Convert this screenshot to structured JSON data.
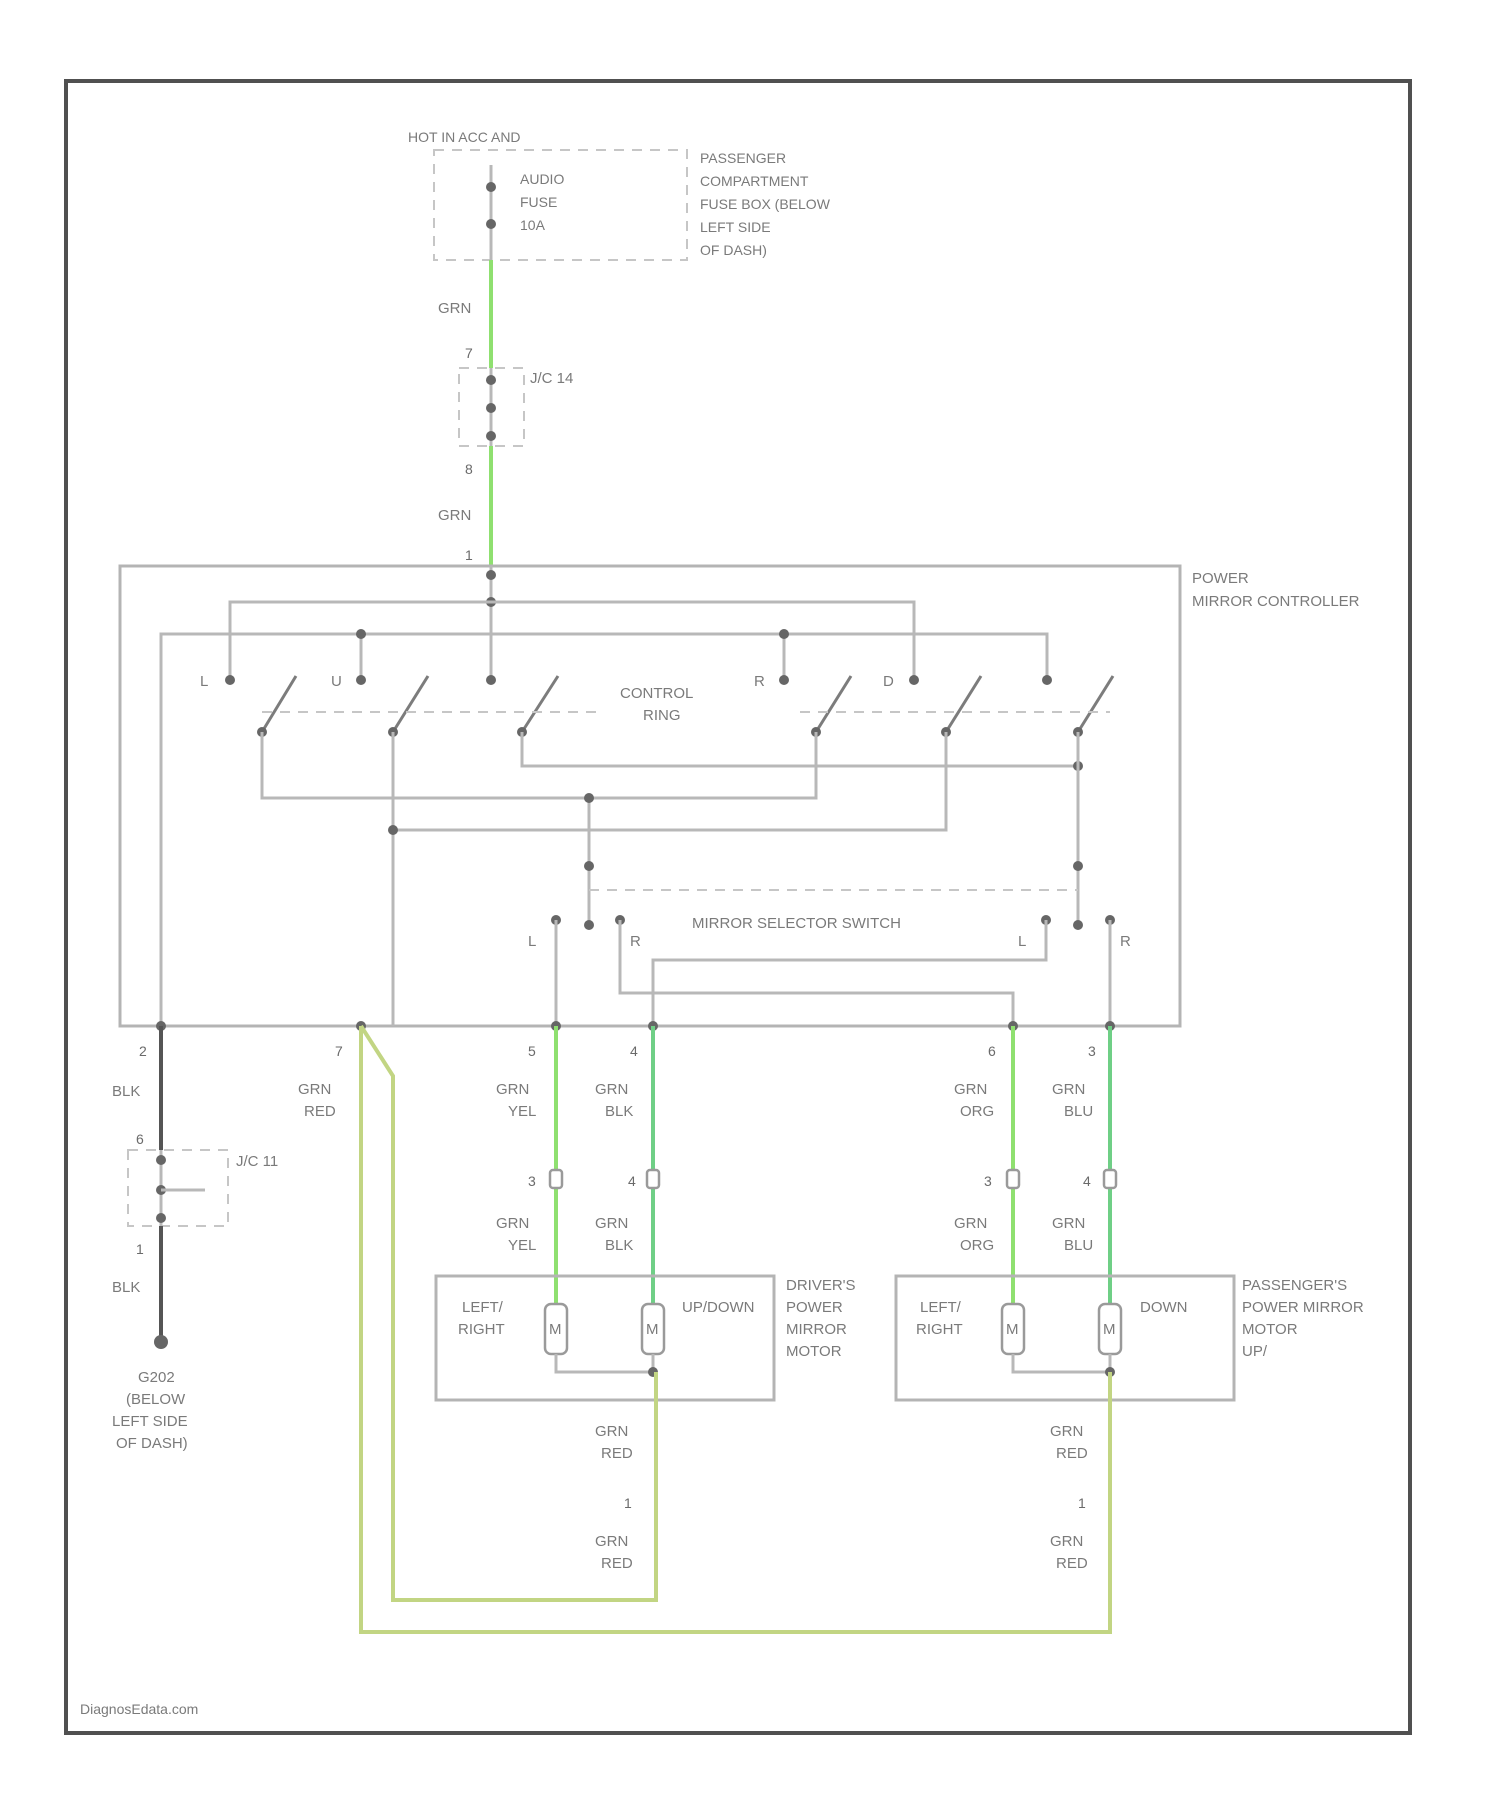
{
  "power_source": {
    "hot_label": "HOT IN ACC AND",
    "fuse_lines": [
      "AUDIO",
      "FUSE",
      "10A"
    ],
    "fusebox_lines": [
      "PASSENGER",
      "COMPARTMENT",
      "FUSE BOX (BELOW",
      "LEFT SIDE",
      "OF DASH)"
    ]
  },
  "junction_top": {
    "label": "J/C 14",
    "pin_in": "7",
    "pin_out": "8"
  },
  "wires": {
    "grn": "GRN",
    "blk": "BLK",
    "grn_red": [
      "GRN",
      "RED"
    ],
    "grn_yel": [
      "GRN",
      "YEL"
    ],
    "grn_blk": [
      "GRN",
      "BLK"
    ],
    "grn_org": [
      "GRN",
      "ORG"
    ],
    "grn_blu": [
      "GRN",
      "BLU"
    ]
  },
  "controller": {
    "label_lines": [
      "POWER",
      "MIRROR CONTROLLER"
    ],
    "input_pin": "1",
    "control_label_lines": [
      "CONTROL",
      "RING"
    ],
    "switch_letters": [
      "L",
      "U",
      "R",
      "D"
    ],
    "selector_label": "MIRROR SELECTOR SWITCH",
    "selector_letters": [
      "L",
      "R",
      "L",
      "R"
    ],
    "bottom_pins": [
      "2",
      "7",
      "5",
      "4",
      "6",
      "3"
    ]
  },
  "junction_bottom": {
    "label": "J/C 11",
    "pin_in": "6",
    "pin_out": "1"
  },
  "ground": {
    "label_lines": [
      "G202",
      "(BELOW",
      "LEFT SIDE",
      "OF DASH)"
    ]
  },
  "connector_pins": {
    "driver": [
      "3",
      "4"
    ],
    "passenger": [
      "3",
      "4"
    ],
    "common_driver": "1",
    "common_passenger": "1"
  },
  "driver_motor": {
    "label_lines": [
      "DRIVER'S",
      "POWER",
      "MIRROR",
      "MOTOR"
    ],
    "left_right_lines": [
      "LEFT/",
      "RIGHT"
    ],
    "up_down": "UP/DOWN",
    "motor_symbol": "M"
  },
  "passenger_motor": {
    "label_lines": [
      "PASSENGER'S",
      "POWER MIRROR",
      "MOTOR",
      "UP/"
    ],
    "left_right_lines": [
      "LEFT/",
      "RIGHT"
    ],
    "down": "DOWN",
    "motor_symbol": "M"
  },
  "watermark": "DiagnosEdata.com"
}
